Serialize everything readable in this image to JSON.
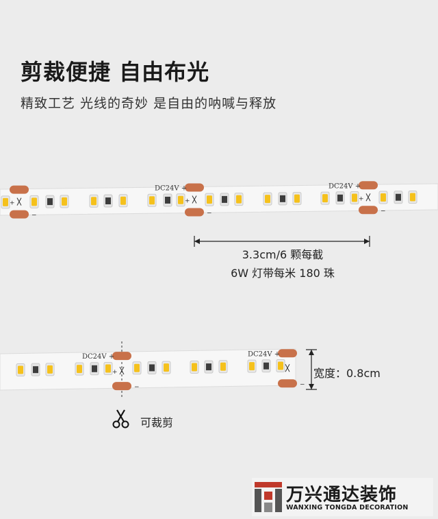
{
  "heading": {
    "title": "剪裁便捷 自由布光",
    "subtitle": "精致工艺 光线的奇妙 是自由的呐喊与释放"
  },
  "strip": {
    "label": "DC24V",
    "plus": "+",
    "minus": "−",
    "led_color": "#f5c11c",
    "pad_color": "#c8714a",
    "resistor_color": "#3d3d3d"
  },
  "measurement": {
    "segment": "3.3cm/6 颗每截",
    "density": "6W 灯带每米 180 珠"
  },
  "width_label": "宽度：0.8cm",
  "cut_label": "可裁剪",
  "logo": {
    "cn": "万兴通达装饰",
    "en": "WANXING TONGDA DECORATION",
    "accent": "#c0392b"
  }
}
